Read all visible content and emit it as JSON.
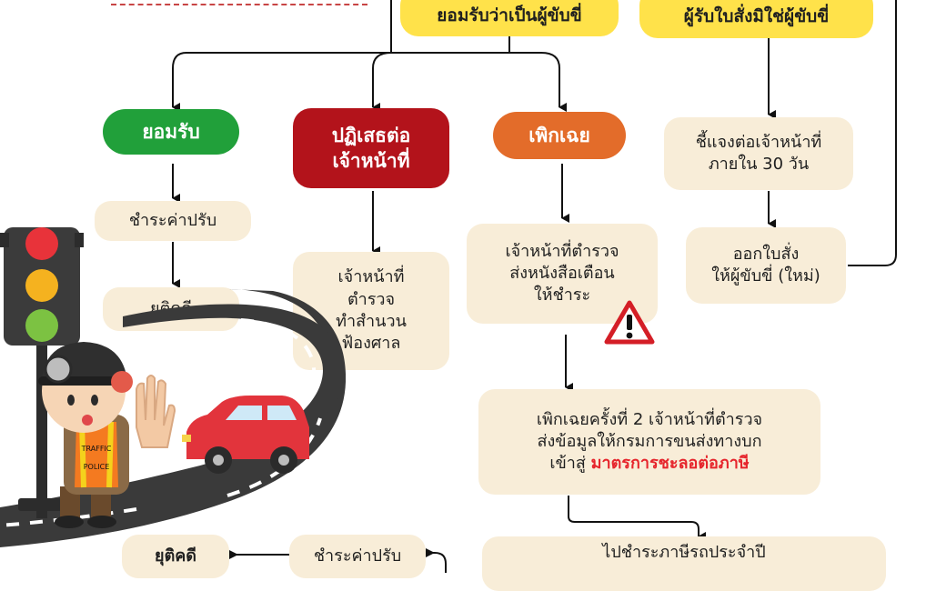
{
  "top_yellow_left": "ยอมรับว่าเป็นผู้ขับขี่",
  "top_yellow_right": "ผู้รับใบสั่งมิใช่ผู้ขับขี่",
  "option_accept": "ยอมรับ",
  "option_refuse_line1": "ปฏิเสธต่อ",
  "option_refuse_line2": "เจ้าหน้าที่",
  "option_ignore": "เพิกเฉย",
  "accept_steps": [
    "ชำระค่าปรับ",
    "ยุติคดี"
  ],
  "refuse_result": [
    "เจ้าหน้าที่",
    "ตำรวจ",
    "ทำสำนวน",
    "ฟ้องศาล"
  ],
  "ignore_step1": [
    "เจ้าหน้าที่ตำรวจ",
    "ส่งหนังสือเตือน",
    "ให้ชำระ"
  ],
  "ignore_step2_lines": [
    "เพิกเฉยครั้งที่ 2 เจ้าหน้าที่ตำรวจ",
    "ส่งข้อมูลให้กรมการขนส่งทางบก"
  ],
  "ignore_step2_prefix": "เข้าสู่",
  "ignore_step2_highlight": "มาตรการชะลอต่อภาษี",
  "not_driver_step1": [
    "ชี้แจงต่อเจ้าหน้าที่",
    "ภายใน 30 วัน"
  ],
  "not_driver_step2": [
    "ออกใบสั่ง",
    "ให้ผู้ขับขี่ (ใหม่)"
  ],
  "bottom_pay": "ชำระค่าปรับ",
  "bottom_end": "ยุติคดี",
  "bottom_tax": "ไปชำระภาษีรถประจำปี",
  "traffic_vest_text": "TRAFFIC POLICE",
  "colors": {
    "yellow": "#ffe24a",
    "cream": "#f8edd8",
    "green": "#21a03a",
    "dark_red": "#b3131b",
    "orange": "#e36c2a",
    "highlight_red": "#e6252c"
  },
  "icons": [
    "warning-icon",
    "traffic-light-icon",
    "police-officer-icon",
    "car-icon",
    "road-icon"
  ]
}
